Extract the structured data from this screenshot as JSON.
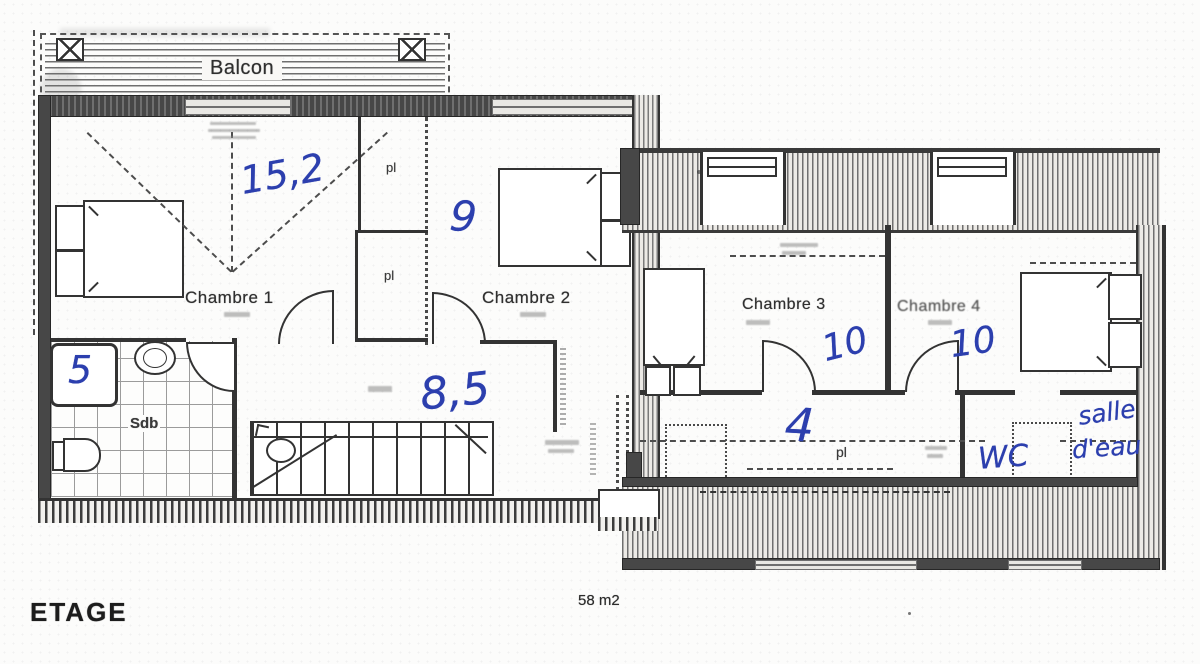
{
  "document": {
    "floor_label": "ETAGE",
    "total_area": "58 m2"
  },
  "colors": {
    "handwriting_ink": "#2c3fae",
    "wall": "#474747"
  },
  "labels": {
    "balcony": "Balcon",
    "chambre1": "Chambre 1",
    "chambre2": "Chambre 2",
    "chambre3": "Chambre 3",
    "chambre4": "Chambre 4",
    "bathroom": "Sdb",
    "closet_upper": "pl",
    "closet_lower": "pl",
    "closet_corridor": "pl"
  },
  "handwritten": {
    "chambre1_area": "15,2",
    "chambre2_area": "9",
    "shower_area": "5",
    "landing_area": "8,5",
    "chambre3_area": "10",
    "chambre4_area": "10",
    "corridor_area": "4",
    "wc": "WC",
    "shower_room_line1": "salle",
    "shower_room_line2": "d'eau"
  }
}
